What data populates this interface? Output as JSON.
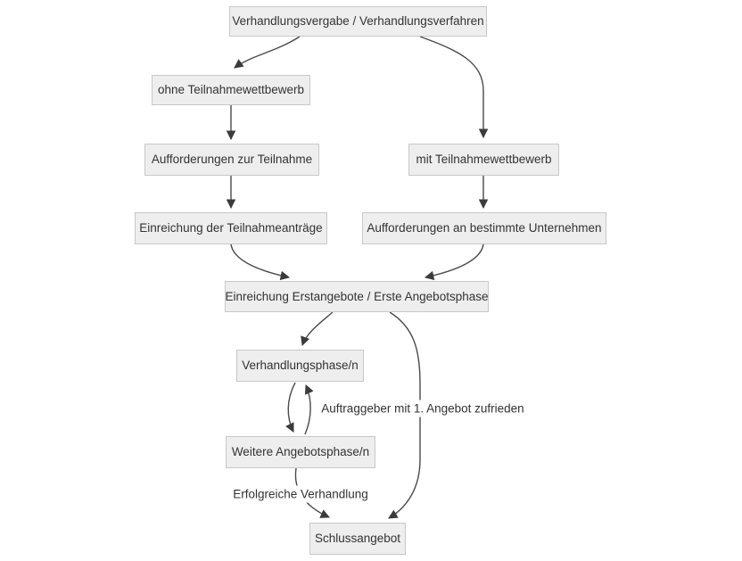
{
  "diagram": {
    "type": "flowchart",
    "direction": "top-down",
    "title": "Verhandlungsvergabe / Verhandlungsverfahren"
  },
  "nodes": {
    "start": "Verhandlungsvergabe / Verhandlungsverfahren",
    "ohne": "ohne Teilnahmewettbewerb",
    "auff_teilnahme": "Aufforderungen zur Teilnahme",
    "einr_antraege": "Einreichung der Teilnahmeanträge",
    "mit": "mit Teilnahmewettbewerb",
    "auff_unternehmen": "Aufforderungen an bestimmte Unternehmen",
    "erstangebote": "Einreichung Erstangebote / Erste Angebotsphase",
    "verhandlungsphase": "Verhandlungsphase/n",
    "weitere_angebotsphase": "Weitere Angebotsphase/n",
    "schlussangebot": "Schlussangebot"
  },
  "edges": [
    {
      "from": "start",
      "to": "ohne",
      "label": ""
    },
    {
      "from": "start",
      "to": "mit",
      "label": ""
    },
    {
      "from": "ohne",
      "to": "auff_teilnahme",
      "label": ""
    },
    {
      "from": "auff_teilnahme",
      "to": "einr_antraege",
      "label": ""
    },
    {
      "from": "mit",
      "to": "auff_unternehmen",
      "label": ""
    },
    {
      "from": "einr_antraege",
      "to": "erstangebote",
      "label": ""
    },
    {
      "from": "auff_unternehmen",
      "to": "erstangebote",
      "label": ""
    },
    {
      "from": "erstangebote",
      "to": "verhandlungsphase",
      "label": ""
    },
    {
      "from": "erstangebote",
      "to": "schlussangebot",
      "label": "Auftraggeber mit 1. Angebot zufrieden"
    },
    {
      "from": "verhandlungsphase",
      "to": "weitere_angebotsphase",
      "label": ""
    },
    {
      "from": "weitere_angebotsphase",
      "to": "verhandlungsphase",
      "label": ""
    },
    {
      "from": "weitere_angebotsphase",
      "to": "schlussangebot",
      "label": "Erfolgreiche Verhandlung"
    }
  ],
  "colors": {
    "background": "#ffffff",
    "node_fill": "#eeeeee",
    "node_border": "#c8c8c8",
    "text": "#333333",
    "line": "#4a4a4a",
    "arrow": "#3b3b3b"
  }
}
